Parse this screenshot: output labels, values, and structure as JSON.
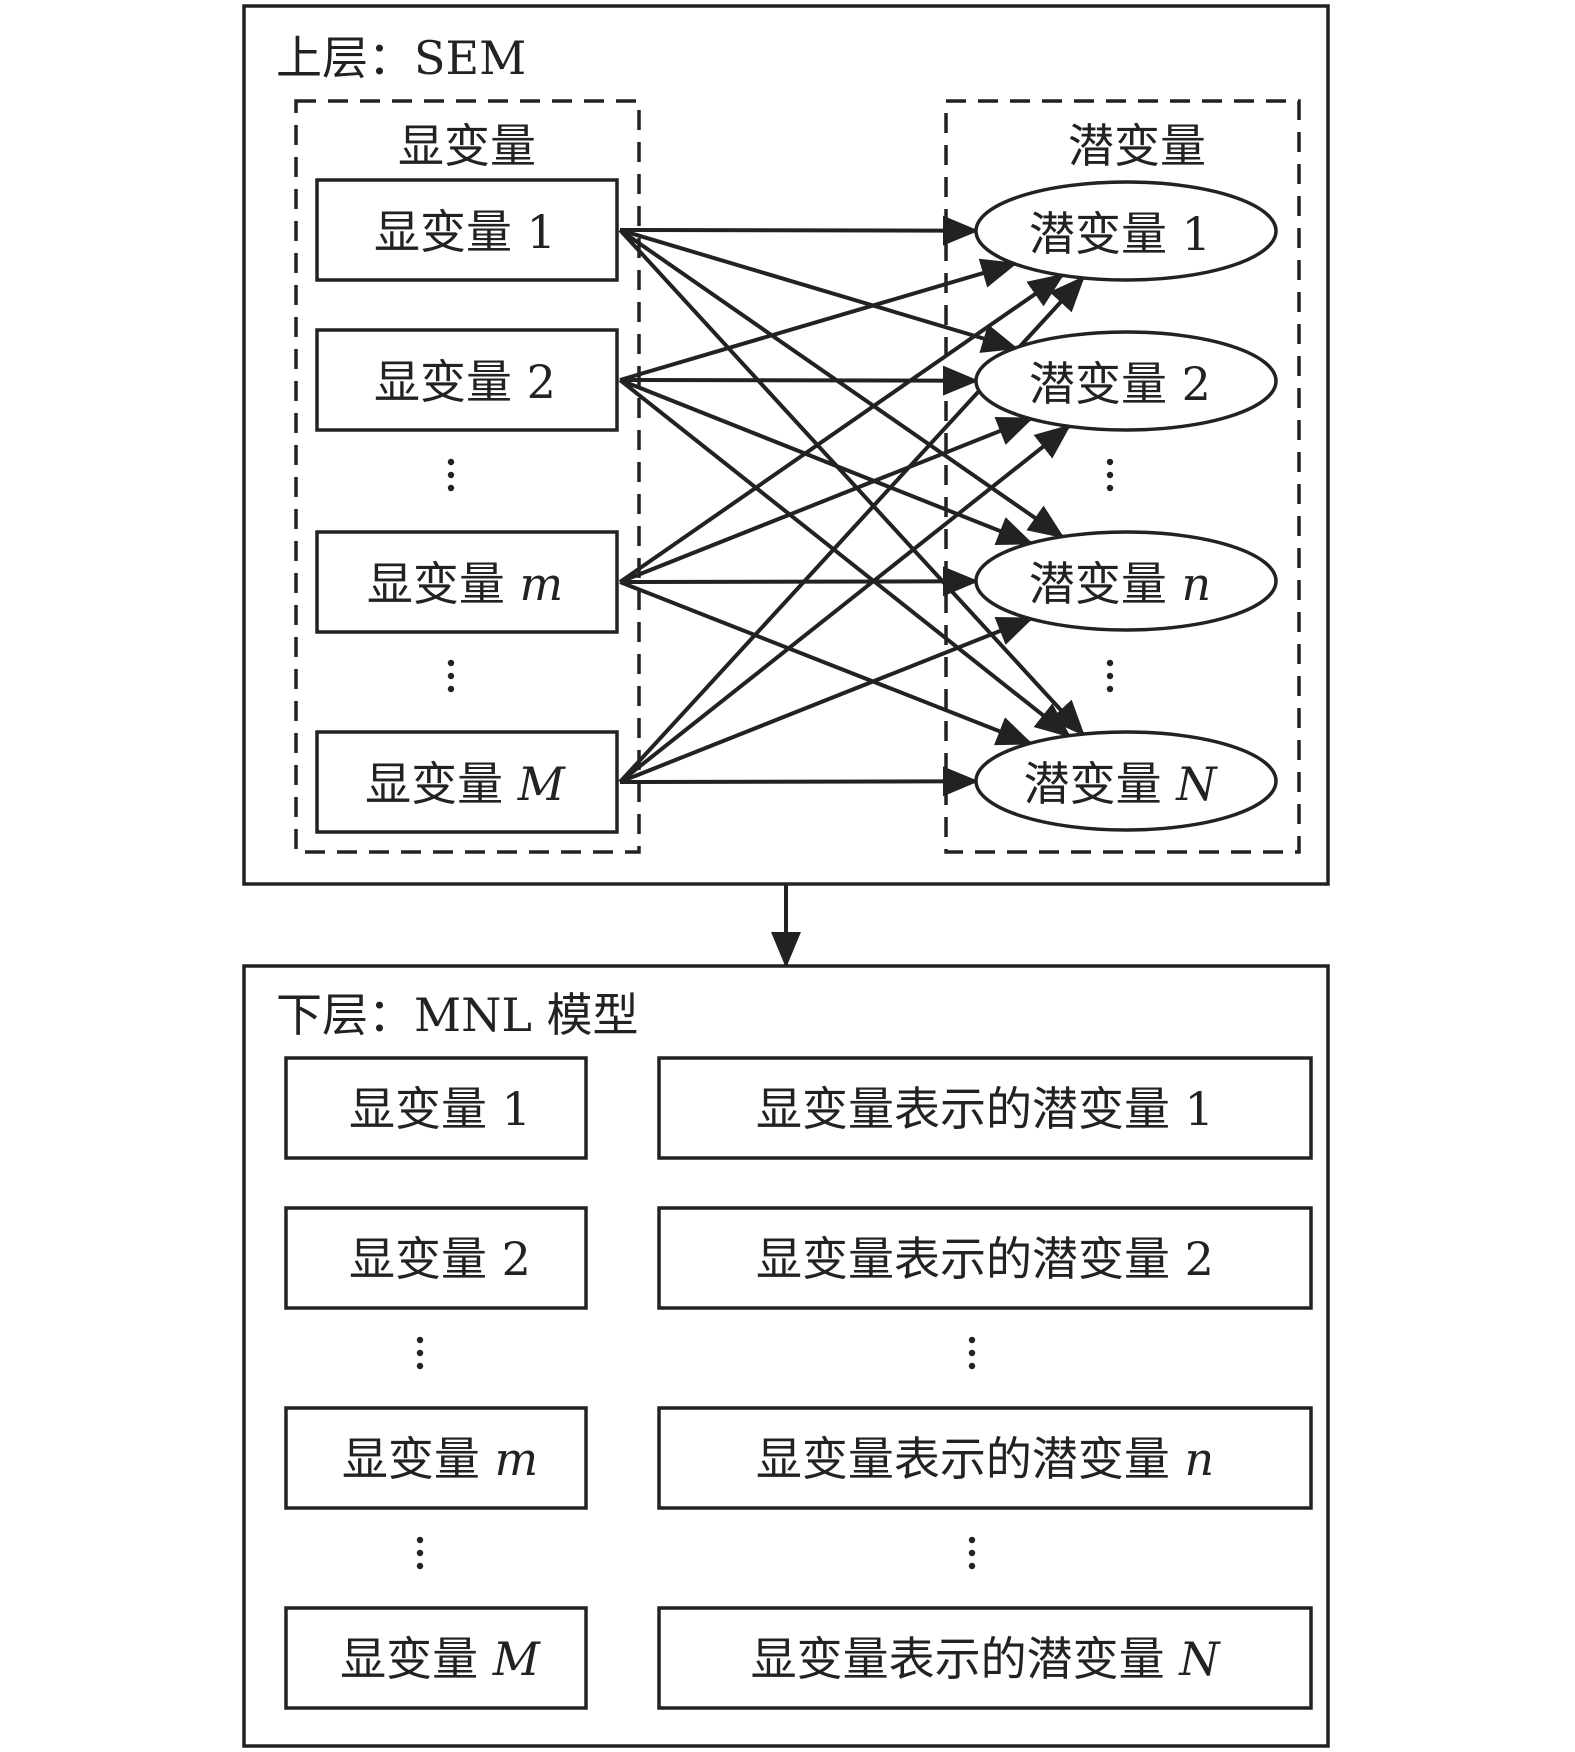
{
  "upper": {
    "title": "上层：SEM",
    "observed_group_label": "显变量",
    "latent_group_label": "潜变量",
    "observed": [
      {
        "base": "显变量",
        "suffix": "1",
        "italic": false
      },
      {
        "base": "显变量",
        "suffix": "2",
        "italic": false
      },
      {
        "base": "显变量",
        "suffix": "m",
        "italic": true
      },
      {
        "base": "显变量",
        "suffix": "M",
        "italic": true
      }
    ],
    "latent": [
      {
        "base": "潜变量",
        "suffix": "1",
        "italic": false
      },
      {
        "base": "潜变量",
        "suffix": "2",
        "italic": false
      },
      {
        "base": "潜变量",
        "suffix": "n",
        "italic": true
      },
      {
        "base": "潜变量",
        "suffix": "N",
        "italic": true
      }
    ]
  },
  "lower": {
    "title": "下层：MNL 模型",
    "left": [
      {
        "base": "显变量",
        "suffix": "1",
        "italic": false
      },
      {
        "base": "显变量",
        "suffix": "2",
        "italic": false
      },
      {
        "base": "显变量",
        "suffix": "m",
        "italic": true
      },
      {
        "base": "显变量",
        "suffix": "M",
        "italic": true
      }
    ],
    "right": [
      {
        "base": "显变量表示的潜变量",
        "suffix": "1",
        "italic": false
      },
      {
        "base": "显变量表示的潜变量",
        "suffix": "2",
        "italic": false
      },
      {
        "base": "显变量表示的潜变量",
        "suffix": "n",
        "italic": true
      },
      {
        "base": "显变量表示的潜变量",
        "suffix": "N",
        "italic": true
      }
    ]
  },
  "colors": {
    "line": "#222222",
    "background": "#ffffff"
  }
}
